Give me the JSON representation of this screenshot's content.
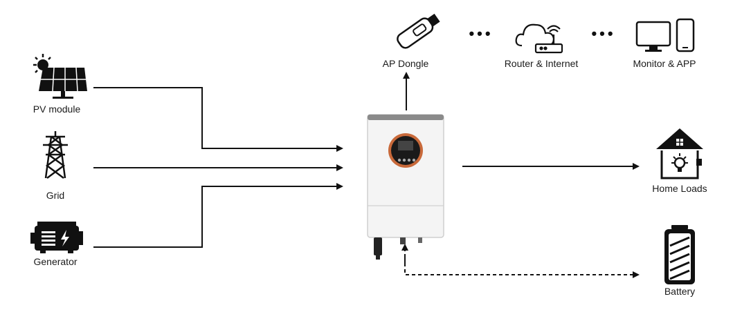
{
  "sources": {
    "pv": {
      "label": "PV module",
      "icon": "solar-panel-icon"
    },
    "grid": {
      "label": "Grid",
      "icon": "transmission-tower-icon"
    },
    "generator": {
      "label": "Generator",
      "icon": "generator-icon"
    }
  },
  "top": {
    "dongle": {
      "label": "AP Dongle",
      "icon": "usb-dongle-icon"
    },
    "router": {
      "label": "Router & Internet",
      "icon": "cloud-router-icon"
    },
    "monitor": {
      "label": "Monitor & APP",
      "icon": "monitor-phone-icon"
    },
    "dots": "•••"
  },
  "outputs": {
    "home": {
      "label": "Home Loads",
      "icon": "house-icon"
    },
    "battery": {
      "label": "Battery",
      "icon": "battery-icon"
    }
  },
  "colors": {
    "line": "#111111",
    "accent": "#c8693a",
    "inverter_body": "#f4f4f4"
  }
}
